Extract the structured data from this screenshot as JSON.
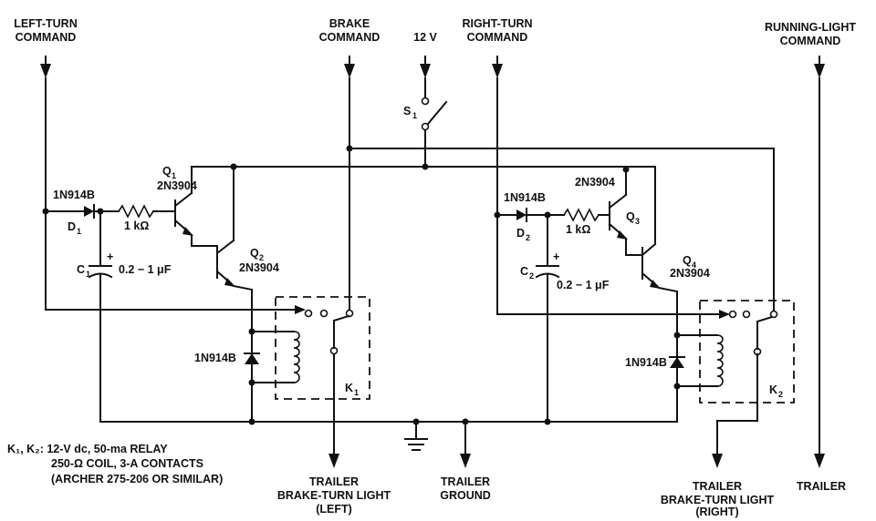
{
  "labels": {
    "left_turn_cmd_1": "LEFT-TURN",
    "left_turn_cmd_2": "COMMAND",
    "brake_cmd_1": "BRAKE",
    "brake_cmd_2": "COMMAND",
    "supply": "12 V",
    "right_turn_cmd_1": "RIGHT-TURN",
    "right_turn_cmd_2": "COMMAND",
    "running_cmd_1": "RUNNING-LIGHT",
    "running_cmd_2": "COMMAND",
    "switch_ref": "S",
    "switch_sub": "1",
    "q1_ref": "Q",
    "q1_sub": "1",
    "q1_part": "2N3904",
    "q2_ref": "Q",
    "q2_sub": "2",
    "q2_part": "2N3904",
    "q3_ref": "Q",
    "q3_sub": "3",
    "q3_part": "2N3904",
    "q4_ref": "Q",
    "q4_sub": "4",
    "q4_part": "2N3904",
    "d1_part": "1N914B",
    "d1_ref": "D",
    "d1_sub": "1",
    "d2_part": "1N914B",
    "d2_ref": "D",
    "d2_sub": "2",
    "r1_value": "1 kΩ",
    "r2_value": "1 kΩ",
    "c1_ref": "C",
    "c1_sub": "1",
    "c1_value": "0.2 − 1 μF",
    "c2_ref": "C",
    "c2_sub": "2",
    "c2_value": "0.2 − 1 μF",
    "plus": "+",
    "diode_left": "1N914B",
    "diode_right": "1N914B",
    "k1_ref": "K",
    "k1_sub": "1",
    "k2_ref": "K",
    "k2_sub": "2",
    "note_line1": "K₁, K₂:  12-V dc, 50-ma  RELAY",
    "note_line2": "250-Ω COIL, 3-A CONTACTS",
    "note_line3": "(ARCHER 275-206 OR SIMILAR)",
    "out_left_1": "TRAILER",
    "out_left_2": "BRAKE-TURN LIGHT",
    "out_left_3": "(LEFT)",
    "out_ground_1": "TRAILER",
    "out_ground_2": "GROUND",
    "out_right_1": "TRAILER",
    "out_right_2": "BRAKE-TURN LIGHT",
    "out_right_3": "(RIGHT)",
    "out_running_1": "TRAILER"
  }
}
